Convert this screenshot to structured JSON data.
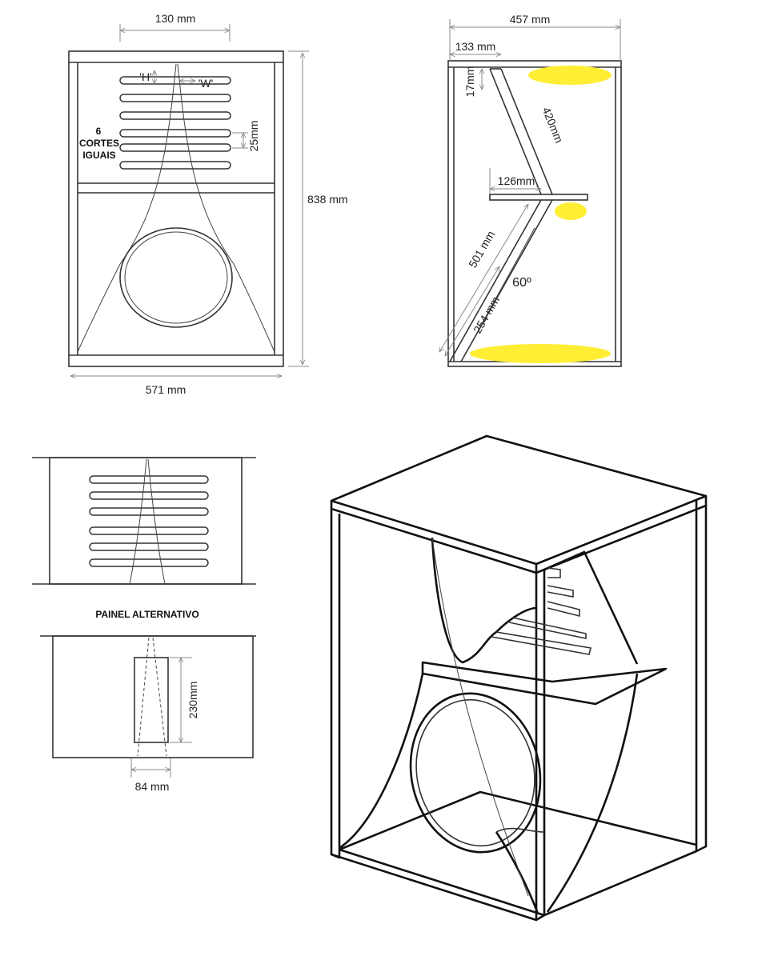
{
  "colors": {
    "highlight": "#ffee33",
    "line": "#333333",
    "dimension": "#888888"
  },
  "front_view": {
    "top_width": "130 mm",
    "h_label": "'H'",
    "w_label": "'W'",
    "slot_note_lines": [
      "6",
      "CORTES",
      "IGUAIS"
    ],
    "slot_gap": "25mm",
    "height": "838 mm",
    "width": "571 mm"
  },
  "side_view": {
    "depth": "457 mm",
    "offset_top": "133 mm",
    "gap_top": "17mm",
    "upper_panel": "420mm",
    "shelf": "126mm",
    "lower_panel": "501 mm",
    "angle": "60º",
    "lower_offset": "254 mm"
  },
  "panel_alt": {
    "title": "PAINEL ALTERNATIVO",
    "slot_height": "230mm",
    "slot_width": "84 mm"
  }
}
